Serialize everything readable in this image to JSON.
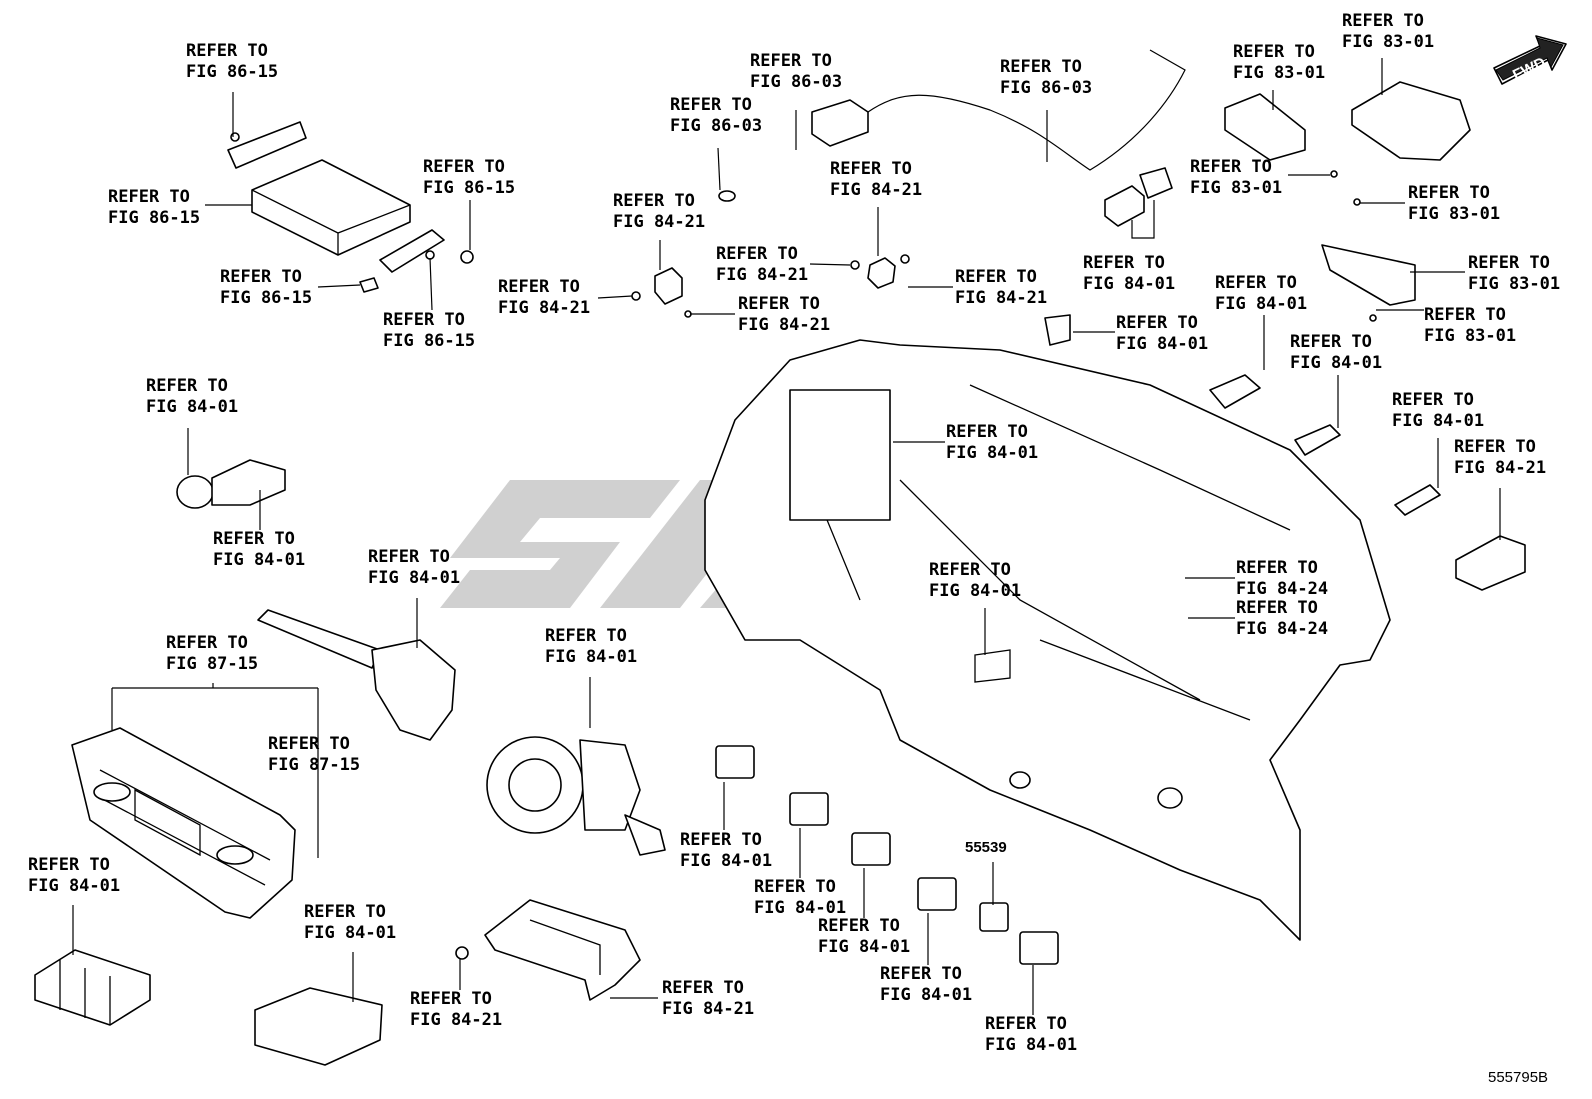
{
  "diagram": {
    "fwd_label": "FWD",
    "part_code": "55539",
    "diagram_code": "555795B",
    "callouts": [
      {
        "id": "c1",
        "line1": "REFER TO",
        "line2": "FIG 86-15"
      },
      {
        "id": "c2",
        "line1": "REFER TO",
        "line2": "FIG 86-15"
      },
      {
        "id": "c3",
        "line1": "REFER TO",
        "line2": "FIG 86-15"
      },
      {
        "id": "c4",
        "line1": "REFER TO",
        "line2": "FIG 86-15"
      },
      {
        "id": "c5",
        "line1": "REFER TO",
        "line2": "FIG 86-15"
      },
      {
        "id": "c6",
        "line1": "REFER TO",
        "line2": "FIG 86-03"
      },
      {
        "id": "c7",
        "line1": "REFER TO",
        "line2": "FIG 86-03"
      },
      {
        "id": "c8",
        "line1": "REFER TO",
        "line2": "FIG 86-03"
      },
      {
        "id": "c9",
        "line1": "REFER TO",
        "line2": "FIG 84-21"
      },
      {
        "id": "c10",
        "line1": "REFER TO",
        "line2": "FIG 84-21"
      },
      {
        "id": "c11",
        "line1": "REFER TO",
        "line2": "FIG 84-21"
      },
      {
        "id": "c12",
        "line1": "REFER TO",
        "line2": "FIG 84-21"
      },
      {
        "id": "c13",
        "line1": "REFER TO",
        "line2": "FIG 84-21"
      },
      {
        "id": "c14",
        "line1": "REFER TO",
        "line2": "FIG 84-21"
      },
      {
        "id": "c15",
        "line1": "REFER TO",
        "line2": "FIG 84-01"
      },
      {
        "id": "c16",
        "line1": "REFER TO",
        "line2": "FIG 84-01"
      },
      {
        "id": "c17",
        "line1": "REFER TO",
        "line2": "FIG 83-01"
      },
      {
        "id": "c18",
        "line1": "REFER TO",
        "line2": "FIG 83-01"
      },
      {
        "id": "c19",
        "line1": "REFER TO",
        "line2": "FIG 83-01"
      },
      {
        "id": "c20",
        "line1": "REFER TO",
        "line2": "FIG 83-01"
      },
      {
        "id": "c21",
        "line1": "REFER TO",
        "line2": "FIG 83-01"
      },
      {
        "id": "c22",
        "line1": "REFER TO",
        "line2": "FIG 83-01"
      },
      {
        "id": "c23",
        "line1": "REFER TO",
        "line2": "FIG 84-01"
      },
      {
        "id": "c24",
        "line1": "REFER TO",
        "line2": "FIG 84-01"
      },
      {
        "id": "c25",
        "line1": "REFER TO",
        "line2": "FIG 84-01"
      },
      {
        "id": "c26",
        "line1": "REFER TO",
        "line2": "FIG 84-01"
      },
      {
        "id": "c27",
        "line1": "REFER TO",
        "line2": "FIG 84-21"
      },
      {
        "id": "c28",
        "line1": "REFER TO",
        "line2": "FIG 84-01"
      },
      {
        "id": "c29",
        "line1": "REFER TO",
        "line2": "FIG 84-01"
      },
      {
        "id": "c30",
        "line1": "REFER TO",
        "line2": "FIG 84-01"
      },
      {
        "id": "c31",
        "line1": "REFER TO",
        "line2": "FIG 84-01"
      },
      {
        "id": "c32",
        "line1": "REFER TO",
        "line2": "FIG 84-24"
      },
      {
        "id": "c33",
        "line1": "REFER TO",
        "line2": "FIG 84-24"
      },
      {
        "id": "c34",
        "line1": "REFER TO",
        "line2": "FIG 87-15"
      },
      {
        "id": "c35",
        "line1": "REFER TO",
        "line2": "FIG 87-15"
      },
      {
        "id": "c36",
        "line1": "REFER TO",
        "line2": "FIG 84-01"
      },
      {
        "id": "c37",
        "line1": "REFER TO",
        "line2": "FIG 84-01"
      },
      {
        "id": "c38",
        "line1": "REFER TO",
        "line2": "FIG 84-01"
      },
      {
        "id": "c39",
        "line1": "REFER TO",
        "line2": "FIG 84-01"
      },
      {
        "id": "c40",
        "line1": "REFER TO",
        "line2": "FIG 84-01"
      },
      {
        "id": "c41",
        "line1": "REFER TO",
        "line2": "FIG 84-01"
      },
      {
        "id": "c42",
        "line1": "REFER TO",
        "line2": "FIG 84-01"
      },
      {
        "id": "c43",
        "line1": "REFER TO",
        "line2": "FIG 84-21"
      },
      {
        "id": "c44",
        "line1": "REFER TO",
        "line2": "FIG 84-21"
      },
      {
        "id": "c45",
        "line1": "REFER TO",
        "line2": "FIG 84-01"
      }
    ]
  }
}
